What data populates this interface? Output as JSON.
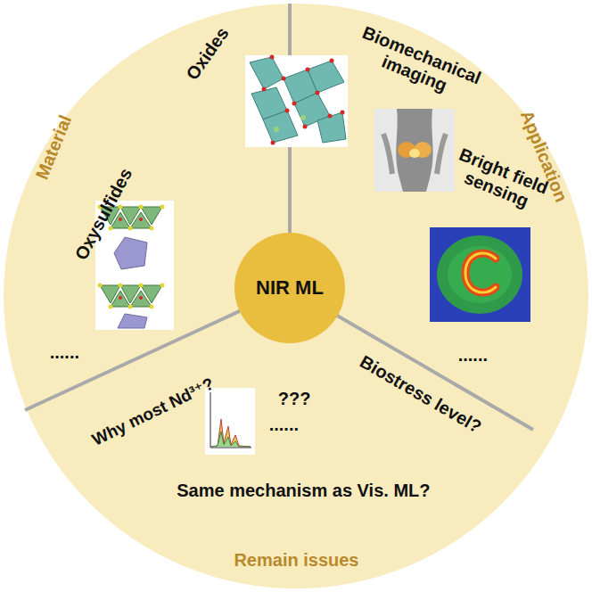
{
  "diagram": {
    "nodes": [
      {
        "text": [
          "NIR ML"
        ]
      }
    ],
    "labels": [
      "Material",
      "Oxides",
      "Oxysulfides",
      "......",
      "Biomechanical imaging",
      "Bright field sensing",
      "Application",
      "......",
      "Why most Nd³⁺?",
      "Biostress level?",
      "???",
      "......",
      "Same mechanism as Vis. ML?",
      "Remain issues"
    ]
  }
}
